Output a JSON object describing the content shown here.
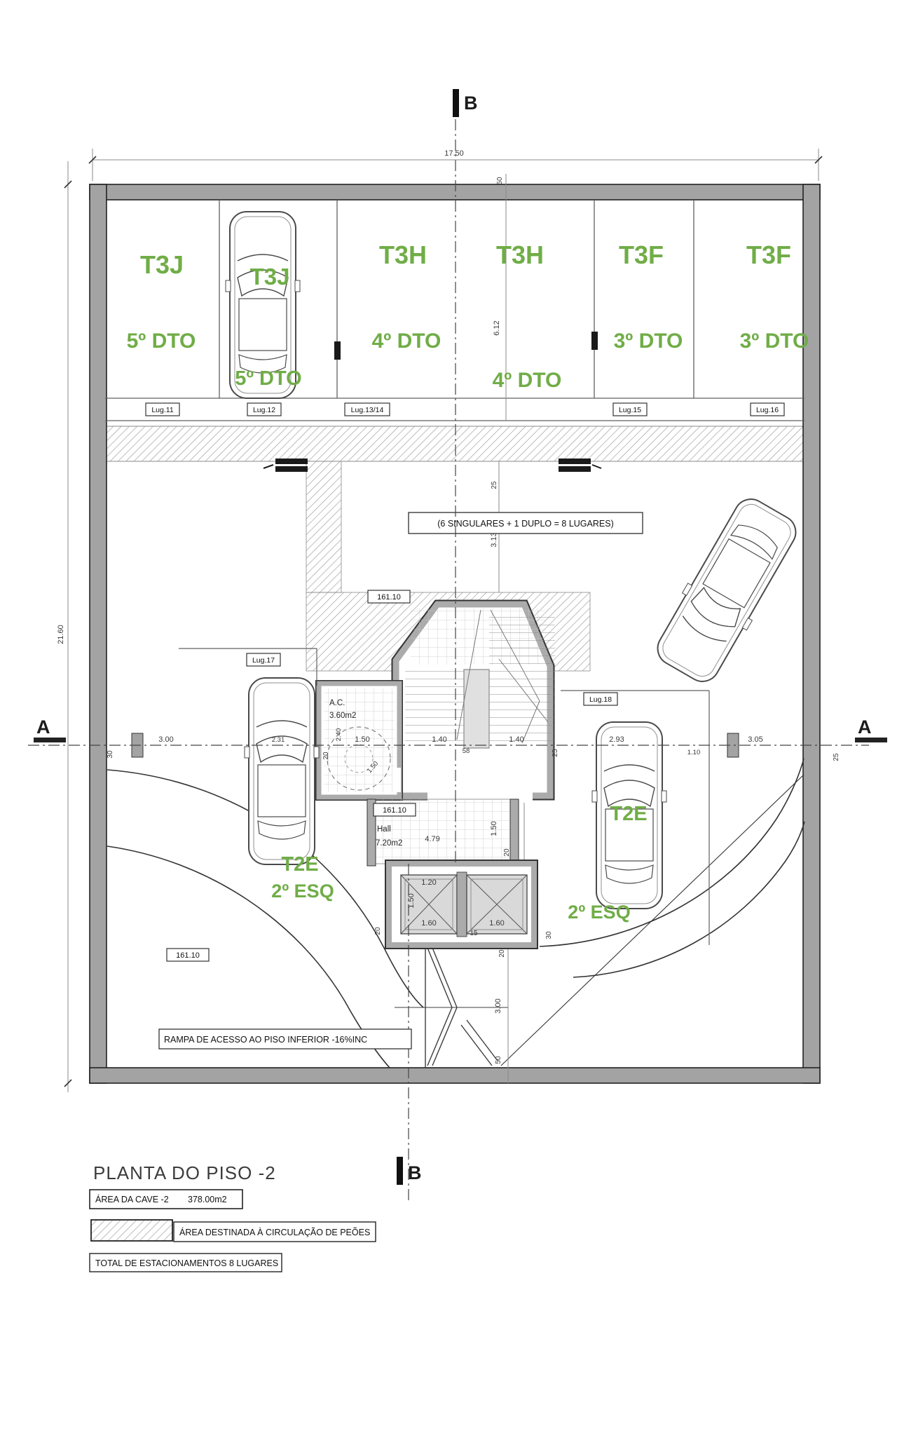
{
  "colors": {
    "green": "#70ad47",
    "wall": "#a3a3a3"
  },
  "title": {
    "text": "PLANTA DO PISO -2"
  },
  "markers": {
    "a": "A",
    "b": "B"
  },
  "levels": {
    "value": "161.10"
  },
  "notes": {
    "capacity": "(6 SINGULARES + 1 DUPLO = 8 LUGARES)",
    "ramp": "RAMPA DE ACESSO AO PISO INFERIOR -16%INC"
  },
  "rooms": {
    "hall_name": "Hall",
    "hall_area": "7.20m2",
    "ac_name": "A.C.",
    "ac_area": "3.60m2"
  },
  "stalls": [
    {
      "id": "Lug.11",
      "unit": "T3J",
      "floor": "5º DTO"
    },
    {
      "id": "Lug.12",
      "unit": "T3J",
      "floor": "5º DTO"
    },
    {
      "id": "Lug.13/14",
      "unit": "T3H",
      "floor": "4º DTO"
    },
    {
      "id": "",
      "unit": "T3H",
      "floor": "4º DTO"
    },
    {
      "id": "Lug.15",
      "unit": "T3F",
      "floor": "3º DTO"
    },
    {
      "id": "Lug.16",
      "unit": "T3F",
      "floor": "3º DTO"
    },
    {
      "id": "Lug.17",
      "unit": "T2E",
      "floor": "2º ESQ"
    },
    {
      "id": "Lug.18",
      "unit": "T2E",
      "floor": "2º ESQ"
    }
  ],
  "dims": {
    "total_w": "17.50",
    "total_h": "21.60",
    "stall_50": "50",
    "stall_612": "6.12",
    "mid_25": "25",
    "mid_313": "3.13",
    "row_30": "30",
    "row_300": "3.00",
    "row_231": "2.31",
    "row_20": "20",
    "row_240": "2.40",
    "row_150": "1.50",
    "row_140a": "1.40",
    "row_58": "58",
    "row_140b": "1.40",
    "row_25a": "25",
    "row_293": "2.93",
    "row_110": "1.10",
    "row_305": "3.05",
    "row_25b": "25",
    "ac_circle_150": "1.50",
    "hall_479": "4.79",
    "hall_150": "1.50",
    "hall_20": "20",
    "lift_120": "1.20",
    "lift_150": "1.50",
    "lift_160a": "1.60",
    "lift_160b": "1.60",
    "lift_20": "20",
    "lift_15": "15",
    "lift_30": "30",
    "ramp_20": "20",
    "ramp_300": "3.00",
    "ramp_50": "50"
  },
  "legend": {
    "cave_label": "ÁREA DA CAVE -2",
    "cave_value": "378.00m2",
    "circulation": "ÁREA DESTINADA À CIRCULAÇÃO DE PEÕES",
    "total": "TOTAL DE ESTACIONAMENTOS 8 LUGARES"
  }
}
